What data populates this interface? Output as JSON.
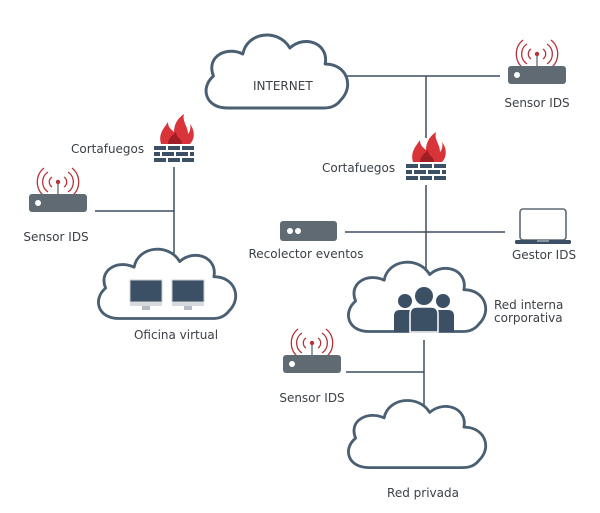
{
  "diagram": {
    "title": "",
    "colors": {
      "line": "#3d4d5e",
      "cloud_stroke": "#4a5f72",
      "device": "#5f6a73",
      "dark_icon": "#3b5064",
      "signal": "#b5323a",
      "fire": "#d9343a"
    },
    "nodes": {
      "internet": {
        "label": "INTERNET",
        "icon": "cloud-icon"
      },
      "sensor_top": {
        "label": "Sensor IDS",
        "icon": "wireless-sensor-icon"
      },
      "firewall_right": {
        "label": "Cortafuegos",
        "icon": "firewall-icon"
      },
      "firewall_left": {
        "label": "Cortafuegos",
        "icon": "firewall-icon"
      },
      "sensor_left": {
        "label": "Sensor IDS",
        "icon": "wireless-sensor-icon"
      },
      "virtual_office": {
        "label": "Oficina virtual",
        "icon": "cloud-computers-icon"
      },
      "event_collector": {
        "label": "Recolector eventos",
        "icon": "server-icon"
      },
      "ids_manager": {
        "label": "Gestor IDS",
        "icon": "laptop-icon"
      },
      "corporate_network": {
        "label_line1": "Red interna",
        "label_line2": "corporativa",
        "icon": "cloud-users-icon"
      },
      "sensor_bottom": {
        "label": "Sensor IDS",
        "icon": "wireless-sensor-icon"
      },
      "private_network": {
        "label": "Red privada",
        "icon": "cloud-icon"
      }
    }
  }
}
